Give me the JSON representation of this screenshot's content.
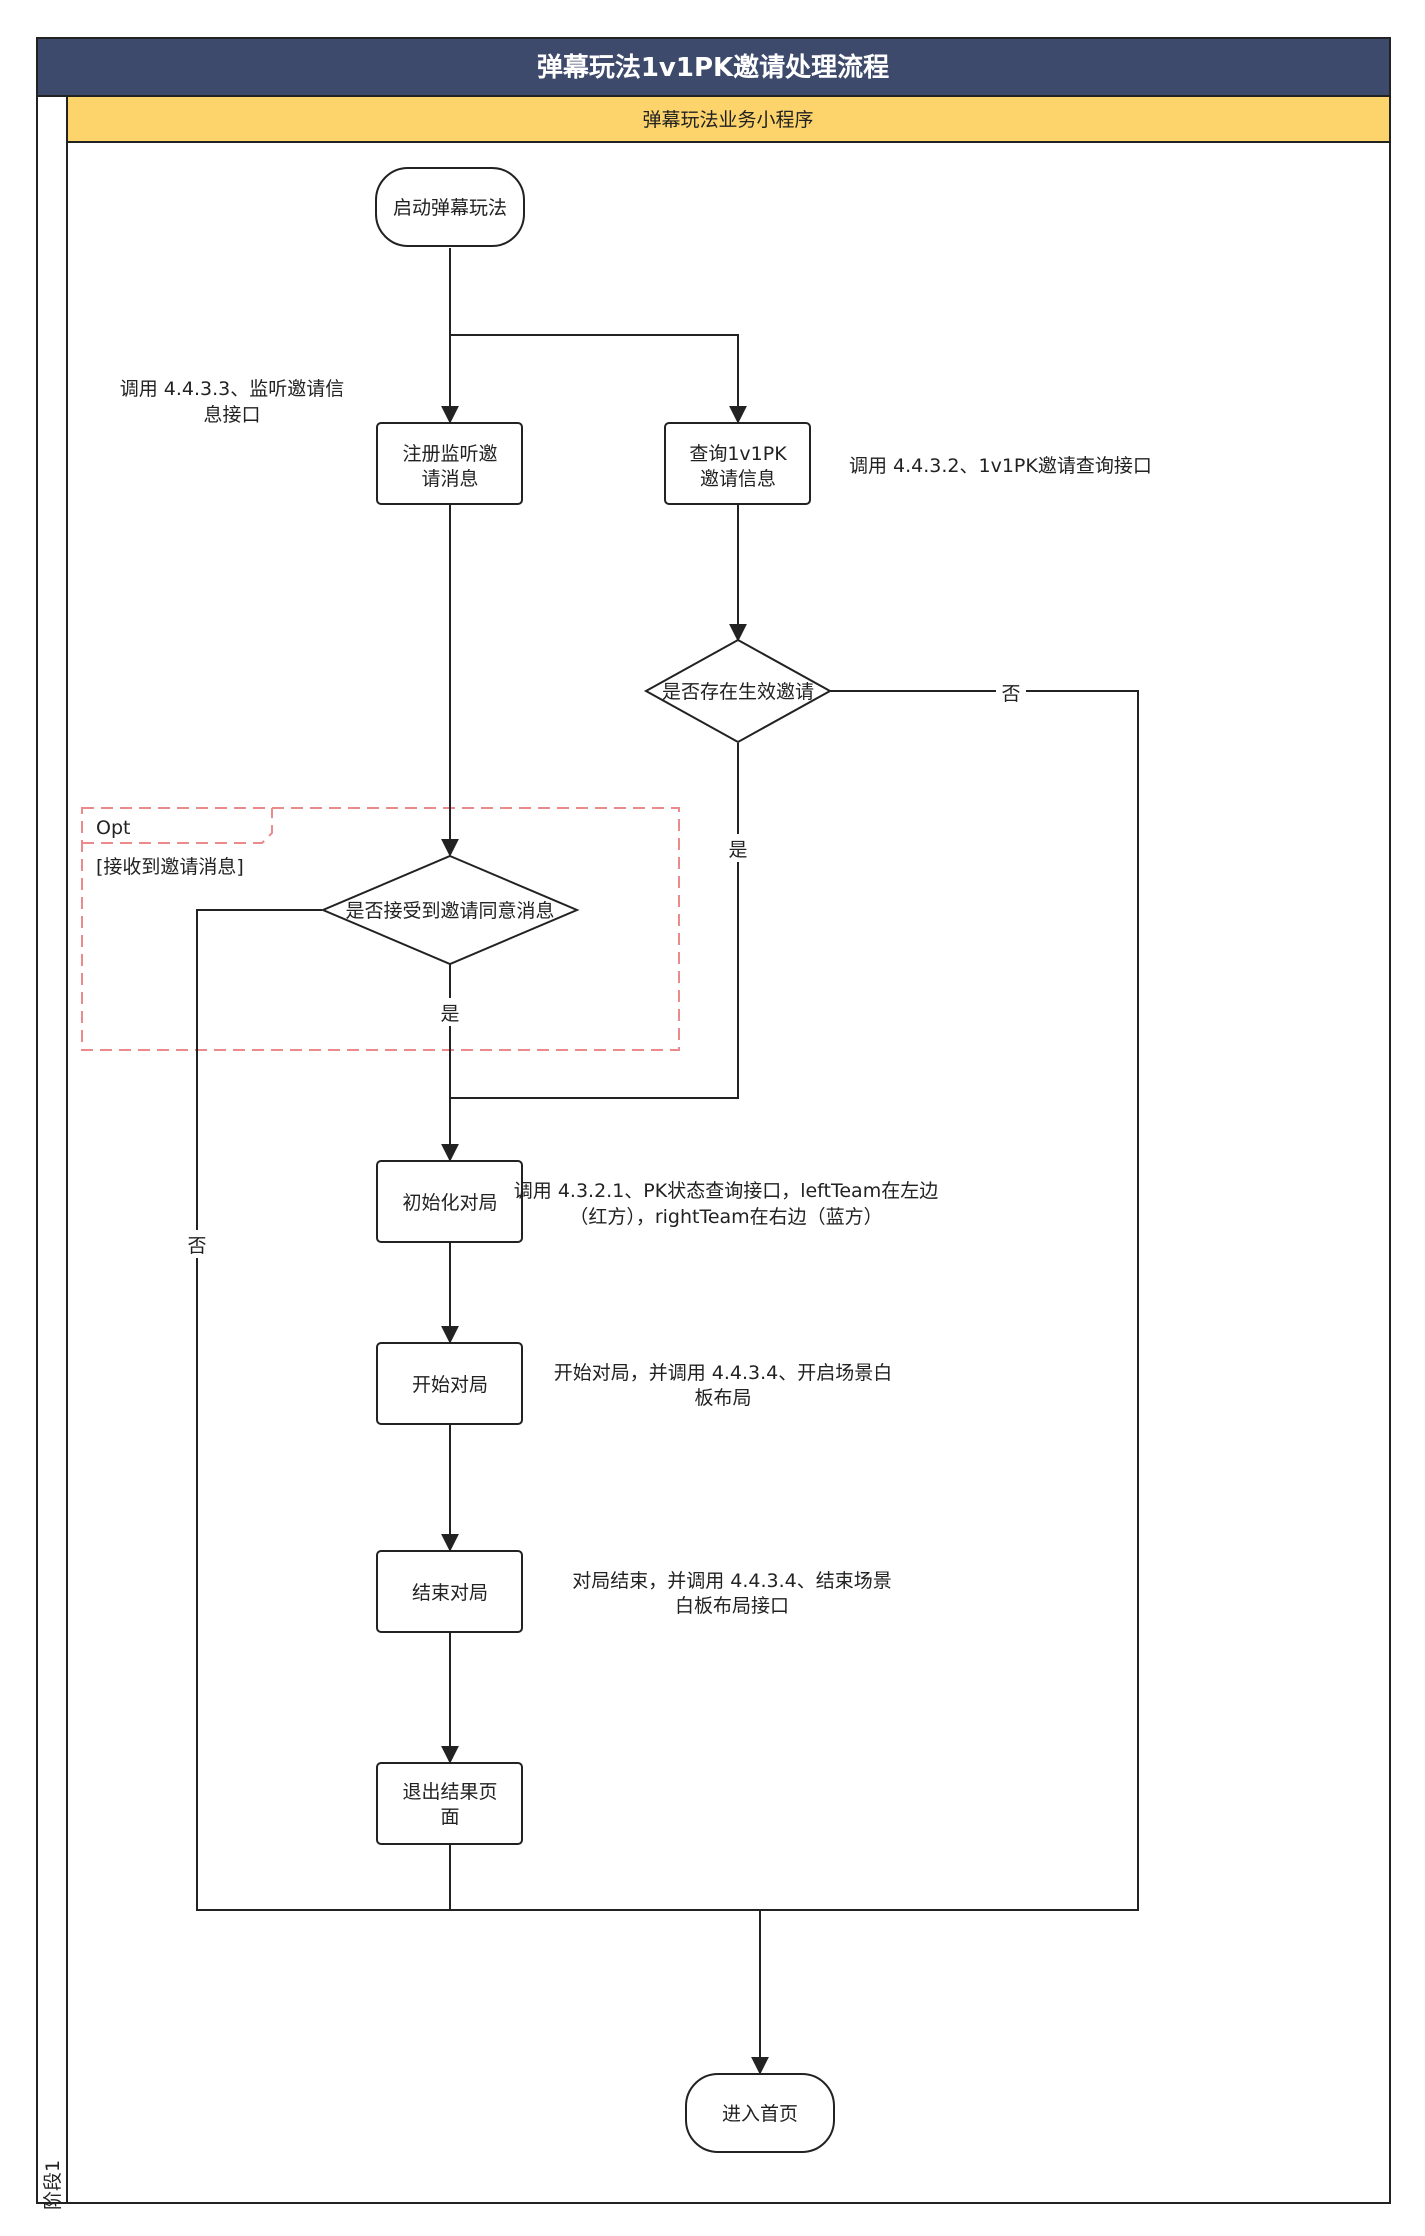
{
  "pool": {
    "title": "弹幕玩法1v1PK邀请处理流程",
    "header_color": "#3d4a6b",
    "stage_label": "阶段1"
  },
  "lane": {
    "title": "弹幕玩法业务小程序",
    "header_color": "#fdd36b"
  },
  "nodes": {
    "start": "启动弹幕玩法",
    "register_line1": "注册监听邀",
    "register_line2": "请消息",
    "query_line1": "查询1v1PK",
    "query_line2": "邀请信息",
    "exists_decision": "是否存在生效邀请",
    "accept_decision": "是否接受到邀请同意消息",
    "init_game": "初始化对局",
    "start_game": "开始对局",
    "end_game": "结束对局",
    "exit_line1": "退出结果页",
    "exit_line2": "面",
    "home": "进入首页"
  },
  "notes": {
    "register_line1": "调用 4.4.3.3、监听邀请信",
    "register_line2": "息接口",
    "query": "调用 4.4.3.2、1v1PK邀请查询接口",
    "init_line1": "调用 4.3.2.1、PK状态查询接口，leftTeam在左边",
    "init_line2": "（红方），rightTeam在右边（蓝方）",
    "start_line1": "开始对局，并调用 4.4.3.4、开启场景白",
    "start_line2": "板布局",
    "end_line1": "对局结束，并调用 4.4.3.4、结束场景",
    "end_line2": "白板布局接口"
  },
  "edge_labels": {
    "exists_no": "否",
    "exists_yes": "是",
    "accept_yes": "是",
    "accept_no": "否"
  },
  "opt_frame": {
    "tag": "Opt",
    "guard": "[接收到邀请消息]",
    "color": "#ea8a8a"
  }
}
